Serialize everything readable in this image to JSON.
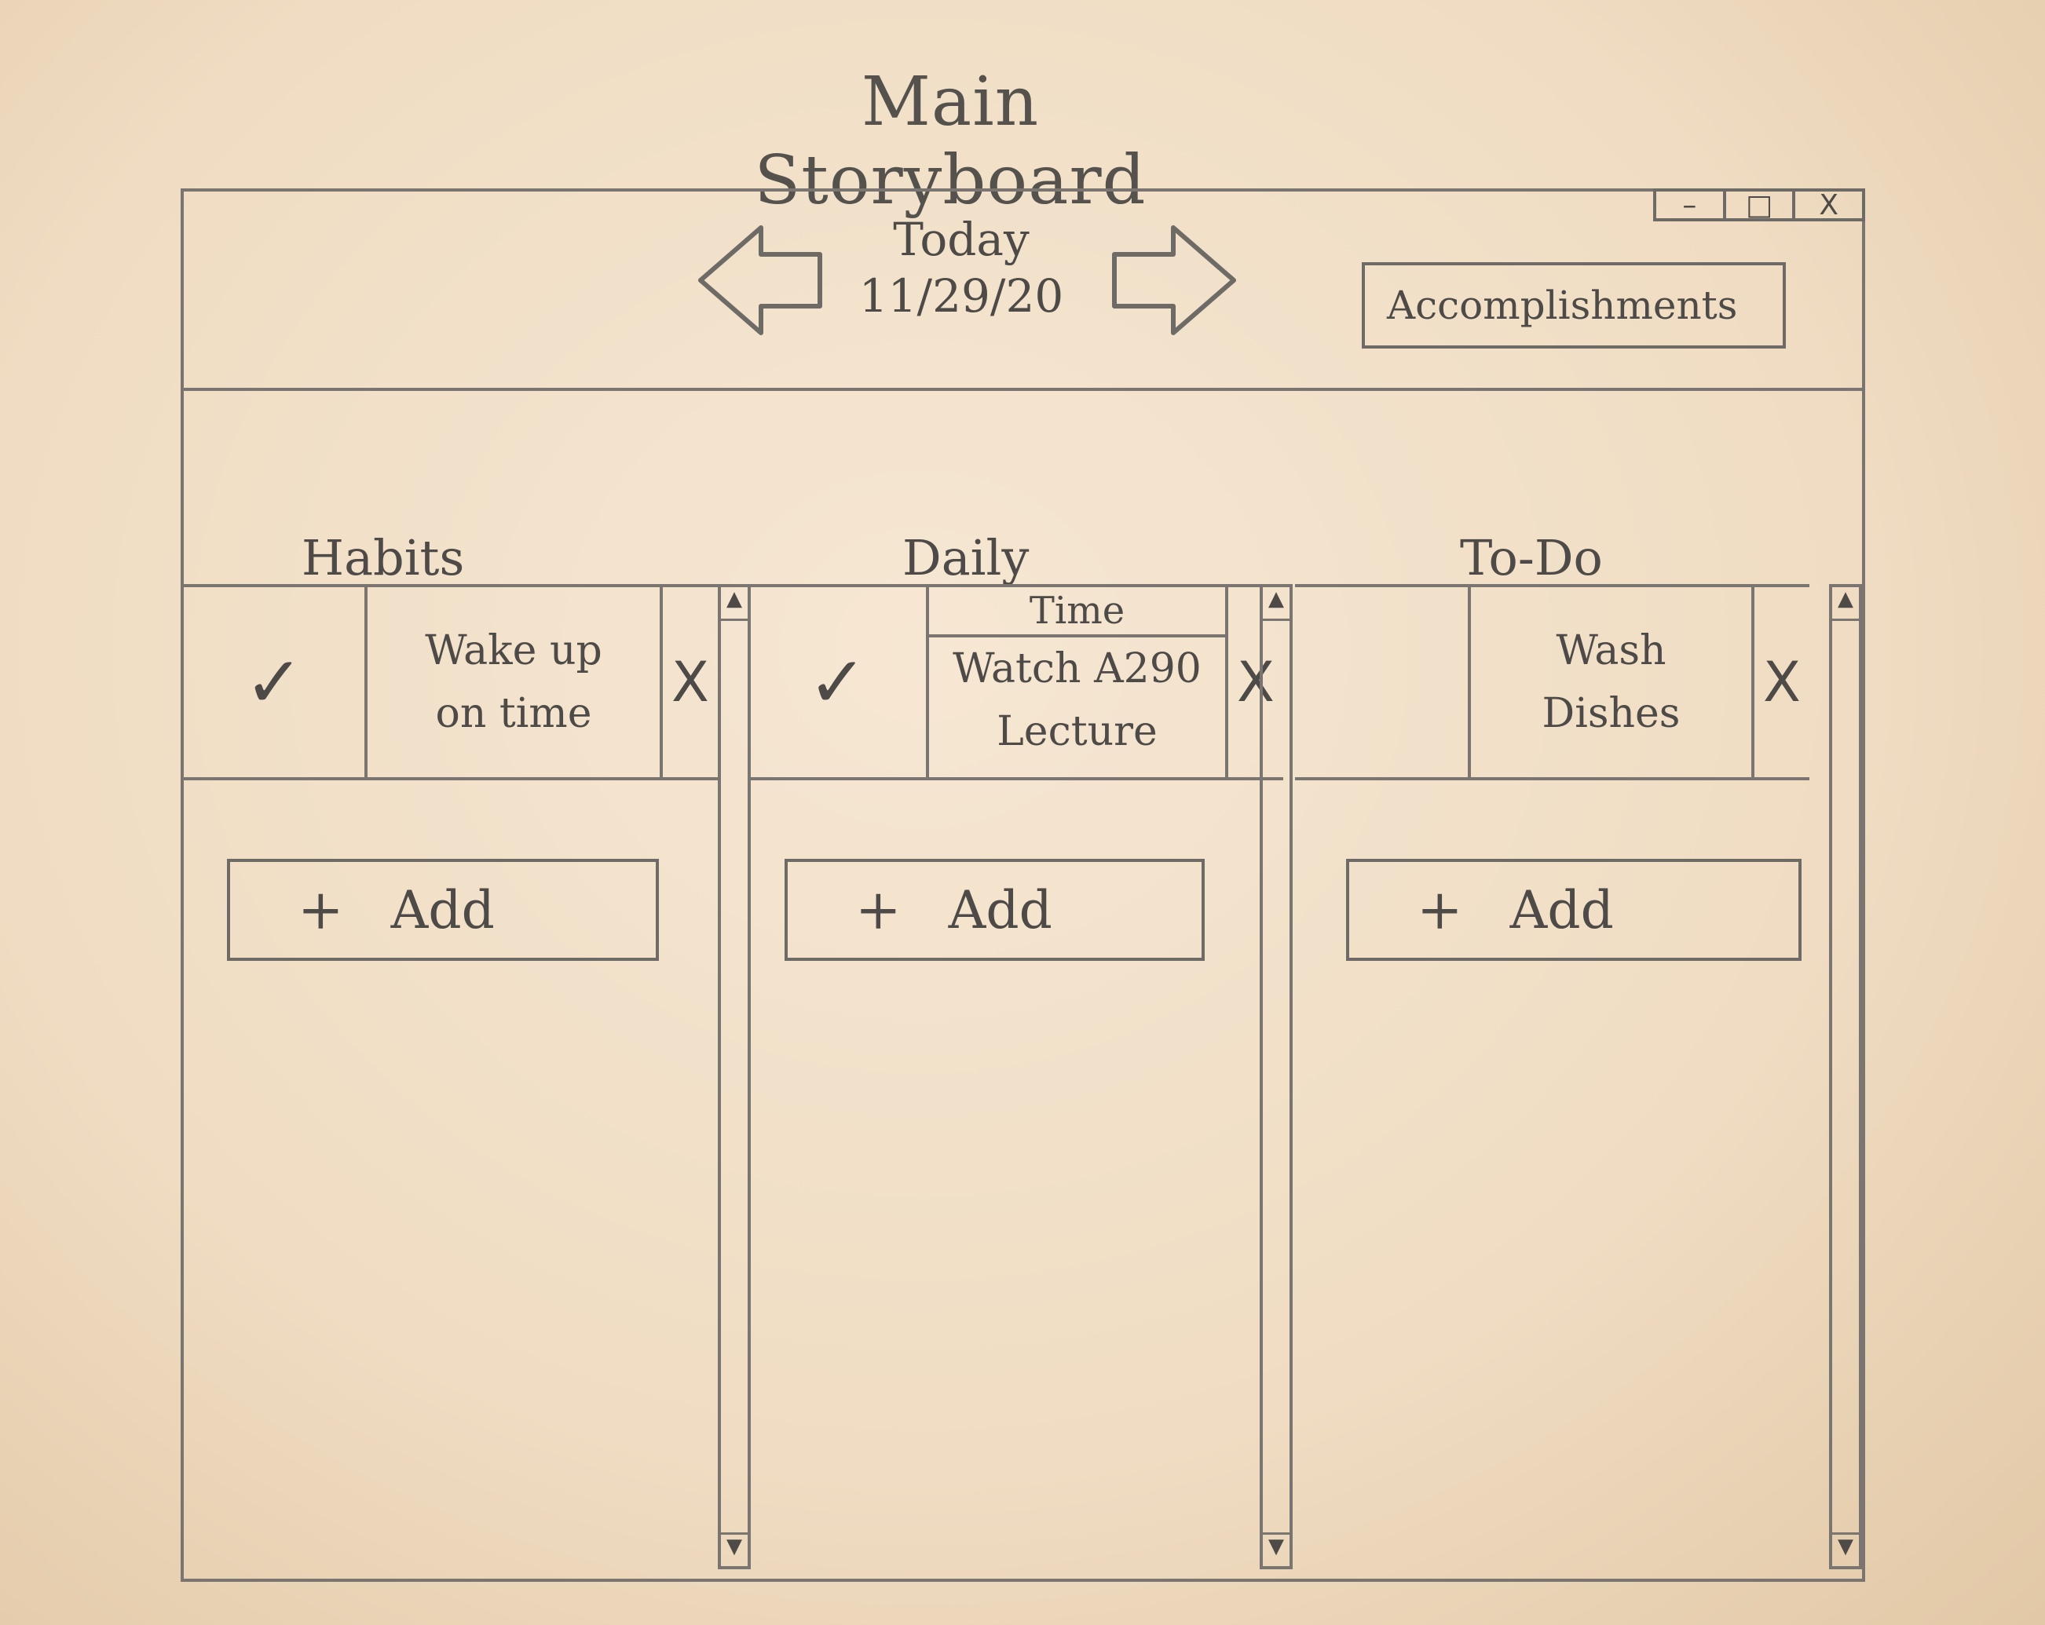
{
  "sheet_title": "Main Storyboard",
  "header": {
    "day_label": "Today",
    "date": "11/29/20",
    "accomplishments_label": "Accomplishments"
  },
  "window_controls": {
    "minimize": "–",
    "maximize": "□",
    "close": "X"
  },
  "columns": [
    {
      "heading": "Habits",
      "task": {
        "check": "✓",
        "text_line1": "Wake up",
        "text_line2": "on time",
        "delete": "X"
      },
      "add": {
        "plus": "+",
        "label": "Add"
      }
    },
    {
      "heading": "Daily",
      "task": {
        "check": "✓",
        "time": "Time",
        "text_line1": "Watch A290",
        "text_line2": "Lecture",
        "delete": "X"
      },
      "add": {
        "plus": "+",
        "label": "Add"
      }
    },
    {
      "heading": "To-Do",
      "task": {
        "text_line1": "Wash",
        "text_line2": "Dishes",
        "delete": "X"
      },
      "add": {
        "plus": "+",
        "label": "Add"
      }
    }
  ],
  "icons": {
    "prev": "left-arrow-icon",
    "next": "right-arrow-icon",
    "scroll_up": "scroll-up-icon",
    "scroll_down": "scroll-down-icon"
  }
}
